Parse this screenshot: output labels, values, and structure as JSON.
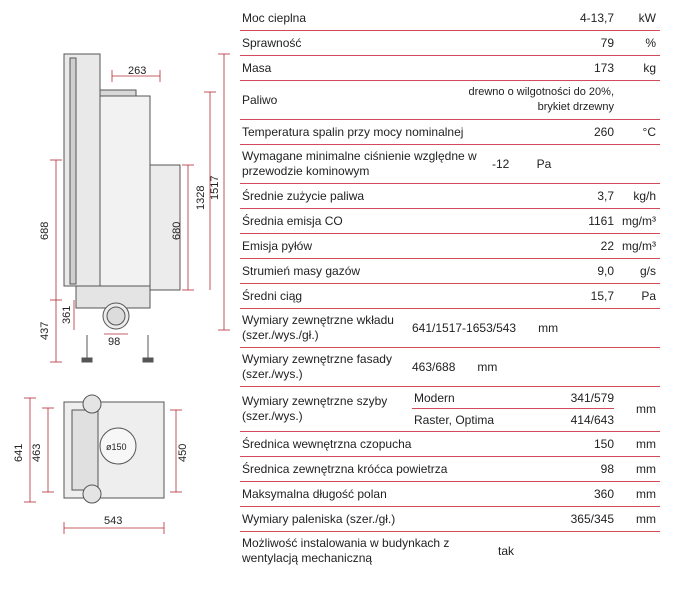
{
  "drawing": {
    "dim_263": "263",
    "dim_688": "688",
    "dim_680": "680",
    "dim_1328": "1328",
    "dim_1517": "1517",
    "dim_437": "437",
    "dim_361": "361",
    "dim_98": "98",
    "dim_641": "641",
    "dim_463": "463",
    "dim_450": "450",
    "dim_543": "543",
    "dim_o150": "ø150"
  },
  "spec": {
    "rows": [
      {
        "label": "Moc cieplna",
        "value": "4-13,7",
        "unit": "kW"
      },
      {
        "label": "Sprawność",
        "value": "79",
        "unit": "%"
      },
      {
        "label": "Masa",
        "value": "173",
        "unit": "kg"
      },
      {
        "label": "Paliwo",
        "value": "drewno o wilgotności do 20%, brykiet drzewny",
        "unit": ""
      },
      {
        "label": "Temperatura spalin przy mocy nominalnej",
        "value": "260",
        "unit": "°C"
      },
      {
        "label": "Wymagane minimalne ciśnienie względne w przewodzie kominowym",
        "value": "-12",
        "unit": "Pa"
      },
      {
        "label": "Średnie zużycie paliwa",
        "value": "3,7",
        "unit": "kg/h"
      },
      {
        "label": "Średnia emisja CO",
        "value": "1161",
        "unit": "mg/m³"
      },
      {
        "label": "Emisja pyłów",
        "value": "22",
        "unit": "mg/m³"
      },
      {
        "label": "Strumień masy gazów",
        "value": "9,0",
        "unit": "g/s"
      },
      {
        "label": "Średni ciąg",
        "value": "15,7",
        "unit": "Pa"
      },
      {
        "label": "Wymiary zewnętrzne wkładu (szer./wys./gł.)",
        "value": "641/1517-1653/543",
        "unit": "mm"
      },
      {
        "label": "Wymiary zewnętrzne fasady (szer./wys.)",
        "value": "463/688",
        "unit": "mm"
      }
    ],
    "glass": {
      "label": "Wymiary zewnętrzne szyby (szer./wys.)",
      "sub": [
        {
          "label": "Modern",
          "value": "341/579"
        },
        {
          "label": "Raster, Optima",
          "value": "414/643"
        }
      ],
      "unit": "mm"
    },
    "rows2": [
      {
        "label": "Średnica wewnętrzna czopucha",
        "value": "150",
        "unit": "mm"
      },
      {
        "label": "Średnica zewnętrzna króćca powietrza",
        "value": "98",
        "unit": "mm"
      },
      {
        "label": "Maksymalna długość polan",
        "value": "360",
        "unit": "mm"
      },
      {
        "label": "Wymiary paleniska (szer./gł.)",
        "value": "365/345",
        "unit": "mm"
      },
      {
        "label": "Możliwość instalowania w budynkach z wentylacją mechaniczną",
        "value": "",
        "unit": "tak"
      }
    ]
  }
}
